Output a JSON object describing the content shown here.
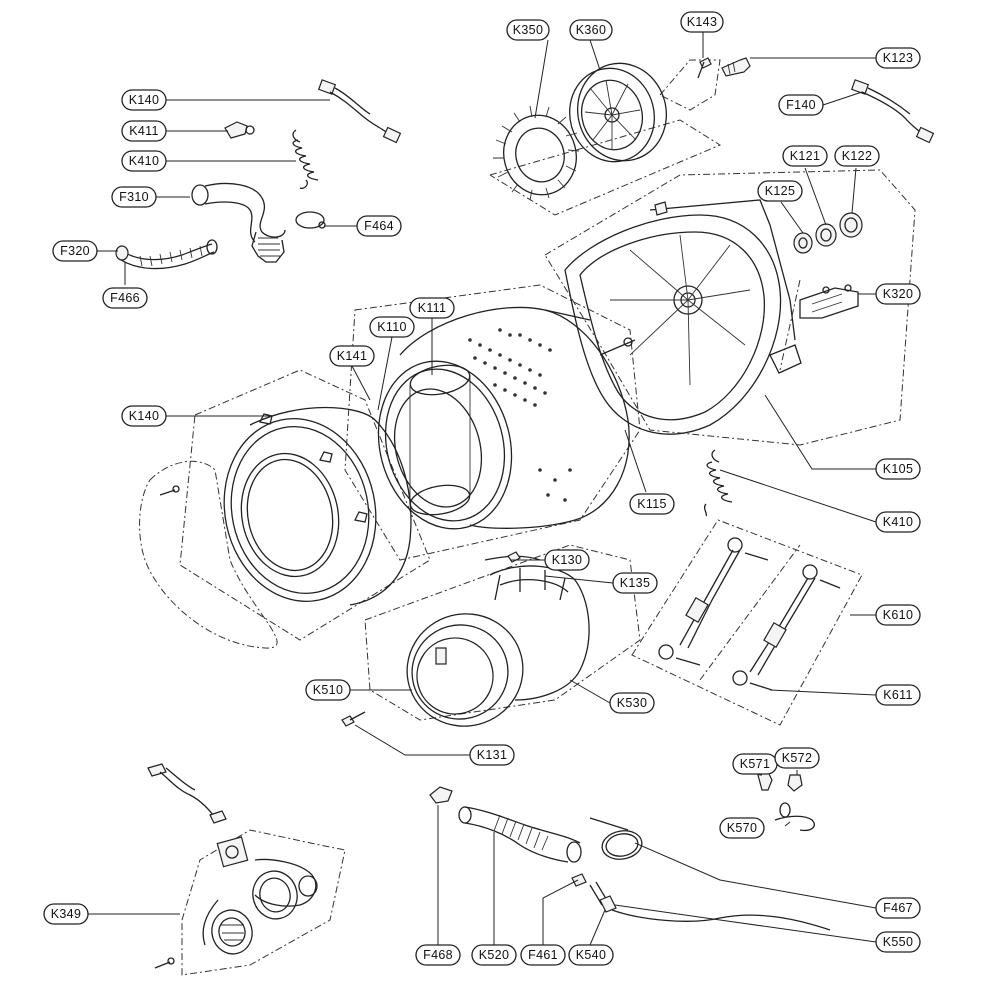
{
  "labels": [
    {
      "id": "K350",
      "text": "K350"
    },
    {
      "id": "K360",
      "text": "K360"
    },
    {
      "id": "K143",
      "text": "K143"
    },
    {
      "id": "K123",
      "text": "K123"
    },
    {
      "id": "K140_top",
      "text": "K140"
    },
    {
      "id": "F140",
      "text": "F140"
    },
    {
      "id": "K411",
      "text": "K411"
    },
    {
      "id": "K410_top",
      "text": "K410"
    },
    {
      "id": "K121",
      "text": "K121"
    },
    {
      "id": "K122",
      "text": "K122"
    },
    {
      "id": "F310",
      "text": "F310"
    },
    {
      "id": "K125",
      "text": "K125"
    },
    {
      "id": "F464",
      "text": "F464"
    },
    {
      "id": "F320",
      "text": "F320"
    },
    {
      "id": "F466",
      "text": "F466"
    },
    {
      "id": "K320",
      "text": "K320"
    },
    {
      "id": "K111",
      "text": "K111"
    },
    {
      "id": "K110",
      "text": "K110"
    },
    {
      "id": "K141",
      "text": "K141"
    },
    {
      "id": "K140_mid",
      "text": "K140"
    },
    {
      "id": "K105",
      "text": "K105"
    },
    {
      "id": "K115",
      "text": "K115"
    },
    {
      "id": "K410_mid",
      "text": "K410"
    },
    {
      "id": "K130",
      "text": "K130"
    },
    {
      "id": "K135",
      "text": "K135"
    },
    {
      "id": "K610",
      "text": "K610"
    },
    {
      "id": "K510",
      "text": "K510"
    },
    {
      "id": "K530",
      "text": "K530"
    },
    {
      "id": "K611",
      "text": "K611"
    },
    {
      "id": "K131",
      "text": "K131"
    },
    {
      "id": "K571",
      "text": "K571"
    },
    {
      "id": "K572",
      "text": "K572"
    },
    {
      "id": "K570",
      "text": "K570"
    },
    {
      "id": "K349",
      "text": "K349"
    },
    {
      "id": "F467",
      "text": "F467"
    },
    {
      "id": "K550",
      "text": "K550"
    },
    {
      "id": "F468",
      "text": "F468"
    },
    {
      "id": "K520",
      "text": "K520"
    },
    {
      "id": "F461",
      "text": "F461"
    },
    {
      "id": "K540",
      "text": "K540"
    }
  ],
  "colors": {
    "line": "#222222",
    "background": "#ffffff",
    "label_fill": "#ffffff"
  }
}
